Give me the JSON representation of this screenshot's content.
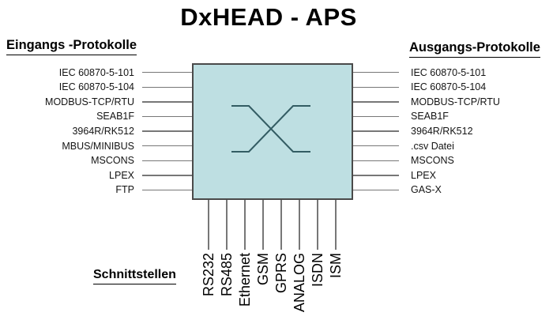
{
  "title": "DxHEAD - APS",
  "colors": {
    "box_fill": "#bedfe2",
    "box_border": "#4a4a4a",
    "x_stroke": "#335c63",
    "wire": "#777777",
    "text": "#141414"
  },
  "inputs": {
    "heading": "Eingangs -Protokolle",
    "items": [
      "IEC 60870-5-101",
      "IEC 60870-5-104",
      "MODBUS-TCP/RTU",
      "SEAB1F",
      "3964R/RK512",
      "MBUS/MINIBUS",
      "MSCONS",
      "LPEX",
      "FTP"
    ]
  },
  "outputs": {
    "heading": "Ausgangs-Protokolle",
    "items": [
      "IEC 60870-5-101",
      "IEC 60870-5-104",
      "MODBUS-TCP/RTU",
      "SEAB1F",
      "3964R/RK512",
      ".csv Datei",
      "MSCONS",
      "LPEX",
      "GAS-X"
    ]
  },
  "interfaces": {
    "heading": "Schnittstellen",
    "items": [
      "RS232",
      "RS485",
      "Ethernet",
      "GSM",
      "GPRS",
      "ANALOG",
      "ISDN",
      "ISM"
    ]
  },
  "center_icon": "crossover-switch"
}
